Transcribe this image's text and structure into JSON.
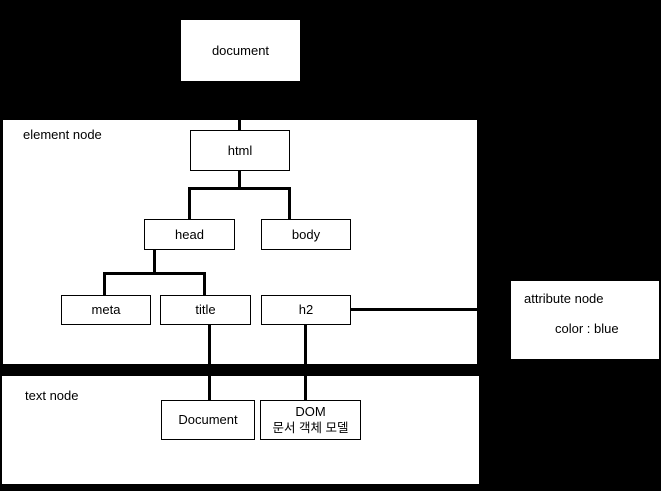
{
  "colors": {
    "background": "#000000",
    "panel": "#ffffff",
    "line": "#000000",
    "text": "#000000"
  },
  "tree": {
    "document_node": "document",
    "html_node": "html",
    "head_node": "head",
    "body_node": "body",
    "meta_node": "meta",
    "title_node": "title",
    "h2_node": "h2",
    "document_text_node": "Document",
    "dom_text_node_line1": "DOM",
    "dom_text_node_line2": "문서 객체 모델"
  },
  "groups": {
    "element_panel_label": "element node",
    "text_panel_label": "text node",
    "attribute_panel_label": "attribute node",
    "attribute_value": "color : blue"
  }
}
